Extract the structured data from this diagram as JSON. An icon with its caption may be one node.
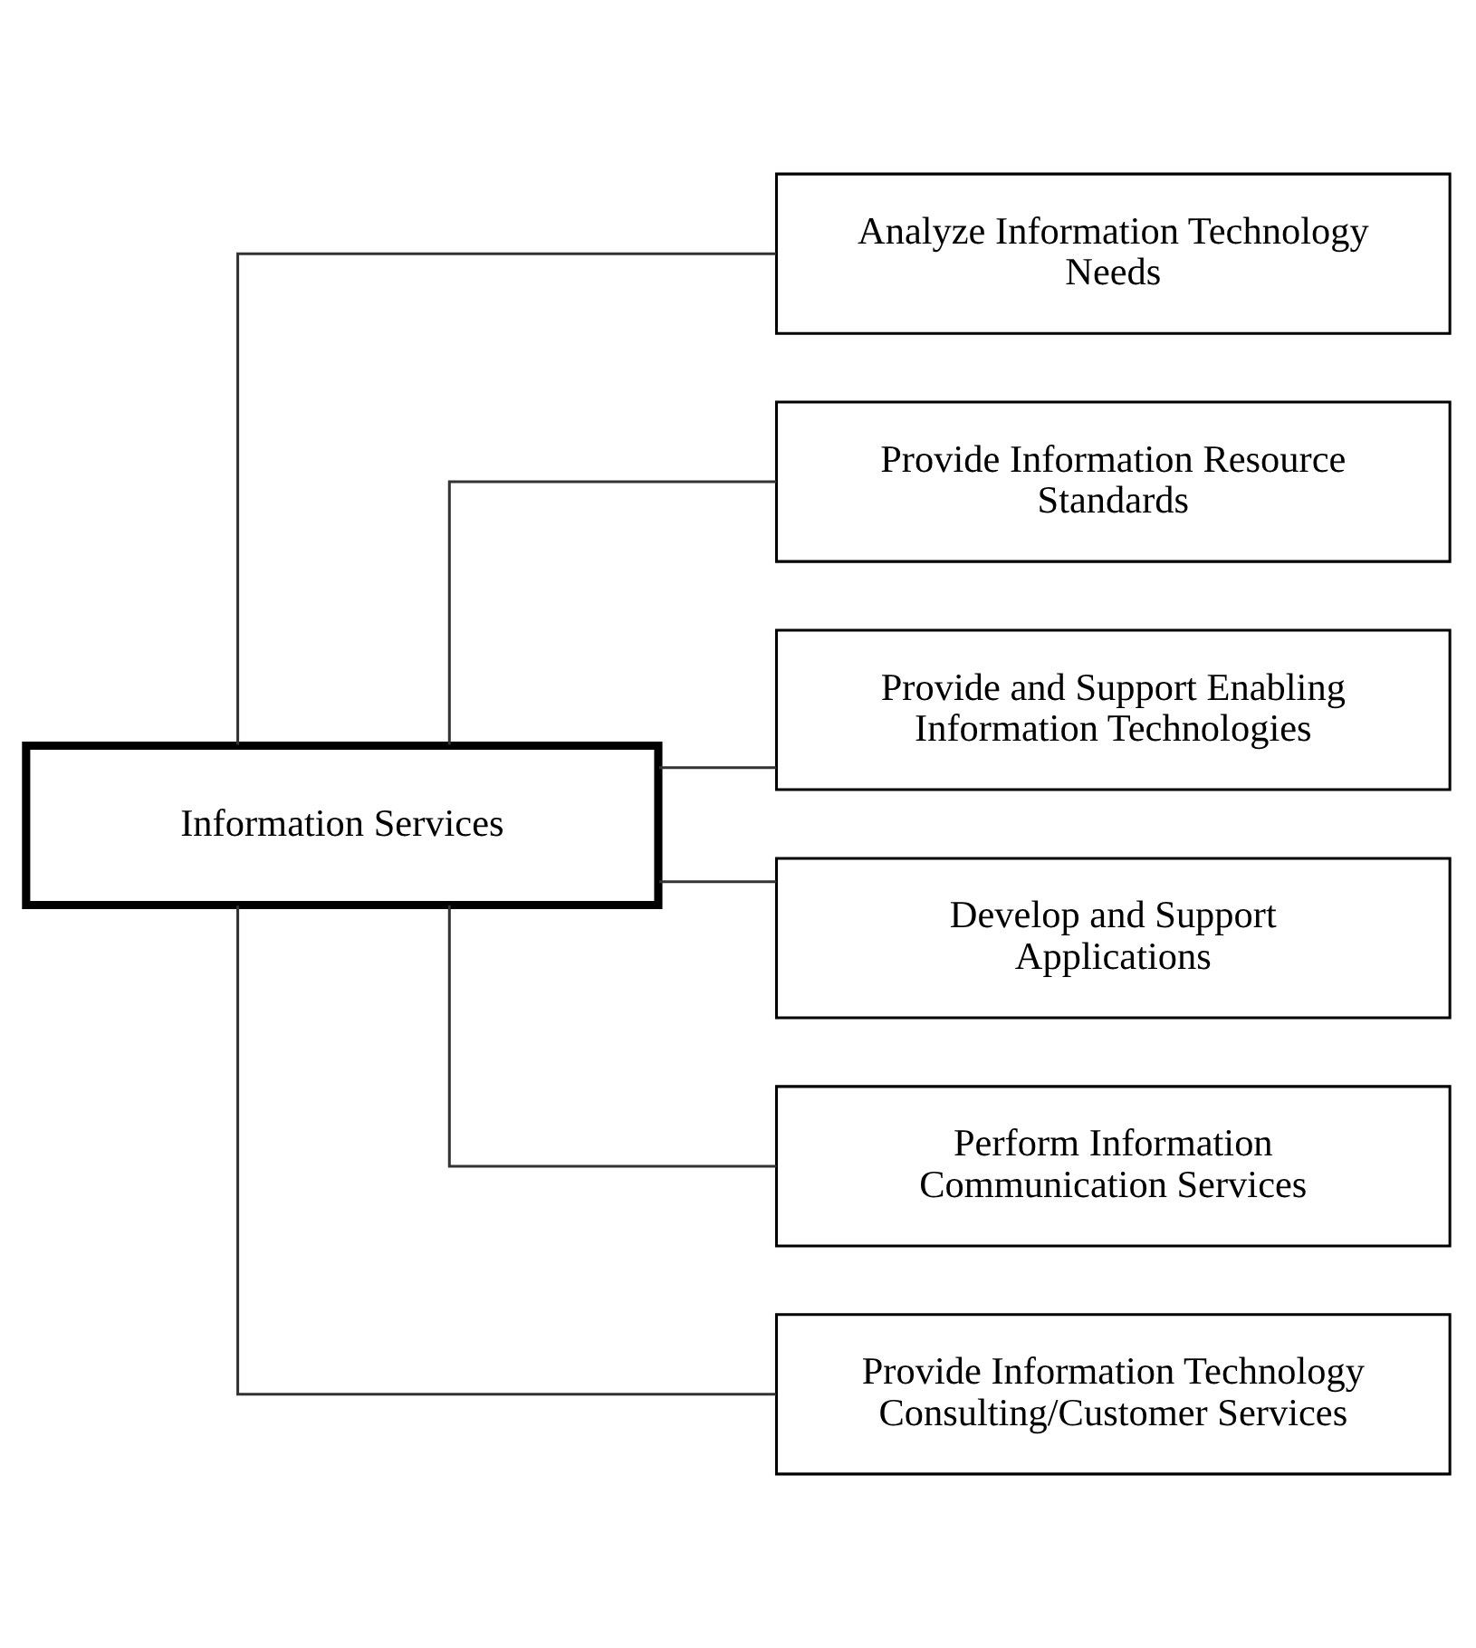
{
  "diagram": {
    "nodes": [
      {
        "text": [
          "Information Services"
        ]
      },
      {
        "text": [
          "Analyze Information Technology Needs"
        ]
      },
      {
        "text": [
          "Provide Information Resource Standards"
        ]
      },
      {
        "text": [
          "Provide and Support Enabling Information Technologies"
        ]
      },
      {
        "text": [
          "Develop and Support Applications"
        ]
      },
      {
        "text": [
          "Perform Information Communication Services"
        ]
      },
      {
        "text": [
          "Provide Information Technology Consulting/Customer Services"
        ]
      }
    ],
    "edges": [
      {
        "from": 0,
        "to": 1,
        "arrow": "none"
      },
      {
        "from": 0,
        "to": 2,
        "arrow": "none"
      },
      {
        "from": 0,
        "to": 3,
        "arrow": "none"
      },
      {
        "from": 0,
        "to": 4,
        "arrow": "none"
      },
      {
        "from": 0,
        "to": 5,
        "arrow": "none"
      },
      {
        "from": 0,
        "to": 6,
        "arrow": "none"
      }
    ]
  }
}
